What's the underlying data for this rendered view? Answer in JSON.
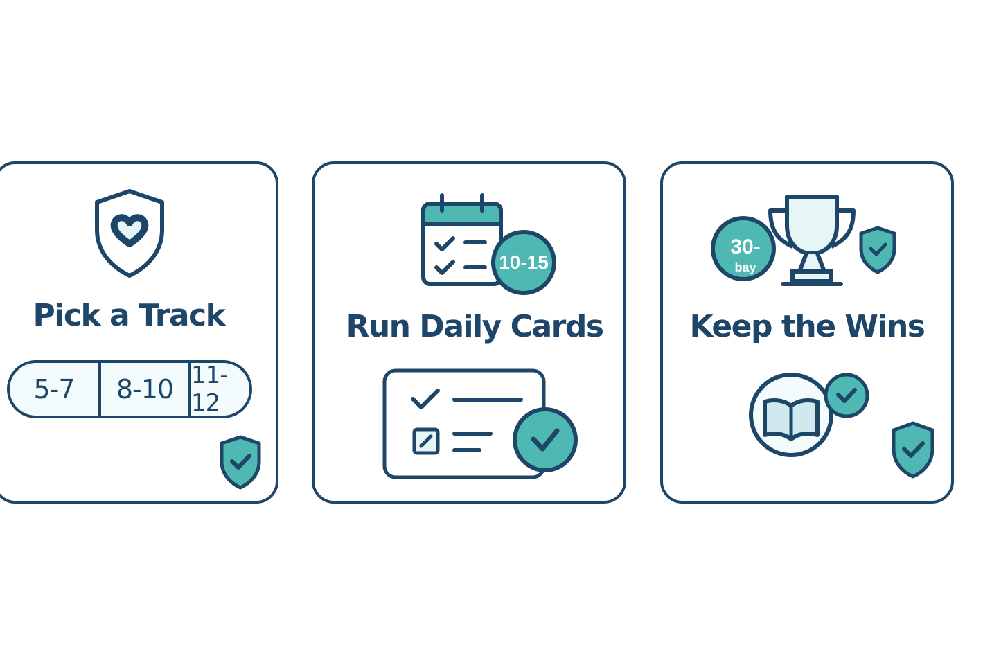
{
  "colors": {
    "navy": "#1d4668",
    "teal": "#4fb8b2",
    "light": "#e6f6f6"
  },
  "steps": [
    {
      "title": "Pick a Track",
      "icons": [
        "shield-heart-icon",
        "shield-check-icon"
      ],
      "tracks": [
        "5-7",
        "8-10",
        "11-12"
      ]
    },
    {
      "title": "Run Daily Cards",
      "icons": [
        "calendar-checklist-icon",
        "checklist-card-icon",
        "check-circle-icon"
      ],
      "badge": "10-15"
    },
    {
      "title": "Keep the Wins",
      "icons": [
        "trophy-icon",
        "shield-check-icon",
        "book-icon",
        "check-circle-icon"
      ],
      "badge_top": "30-",
      "badge_bottom": "bay"
    }
  ]
}
